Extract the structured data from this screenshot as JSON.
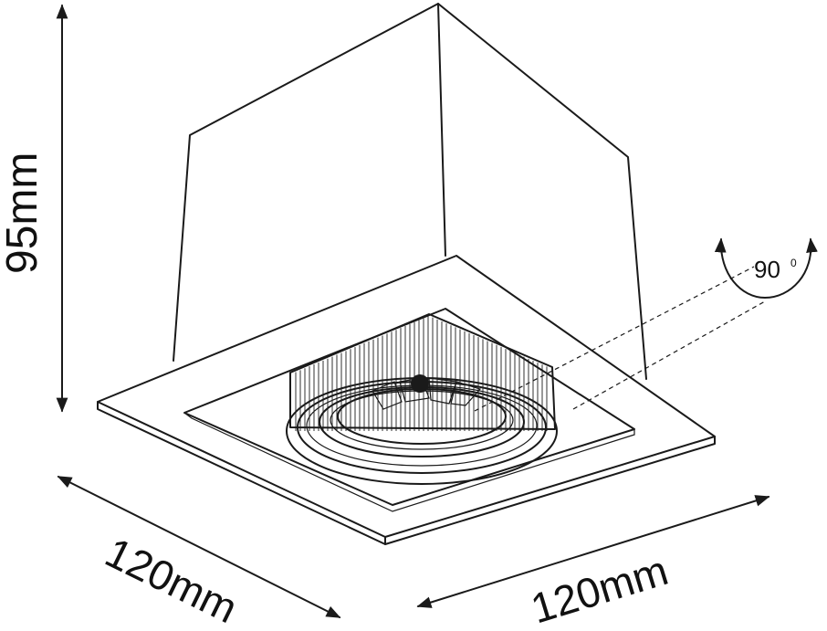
{
  "dimensions": {
    "height": "95mm",
    "width_left": "120mm",
    "width_right": "120mm",
    "tilt_angle": "90",
    "tilt_angle_unit": "0"
  },
  "colors": {
    "line": "#1a1a1a",
    "background": "#ffffff"
  }
}
